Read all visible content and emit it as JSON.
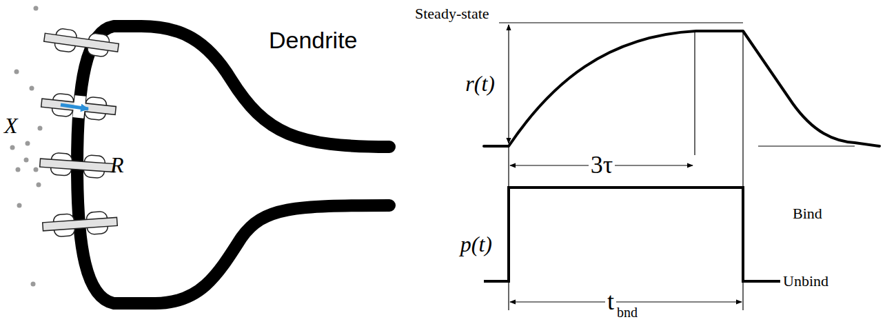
{
  "diagram": {
    "labels": [
      "X",
      "R",
      "Dendrite",
      "Steady-state",
      "r(t)",
      "3τ",
      "p(t)",
      "Bind",
      "t",
      "bnd",
      "Unbind"
    ]
  }
}
